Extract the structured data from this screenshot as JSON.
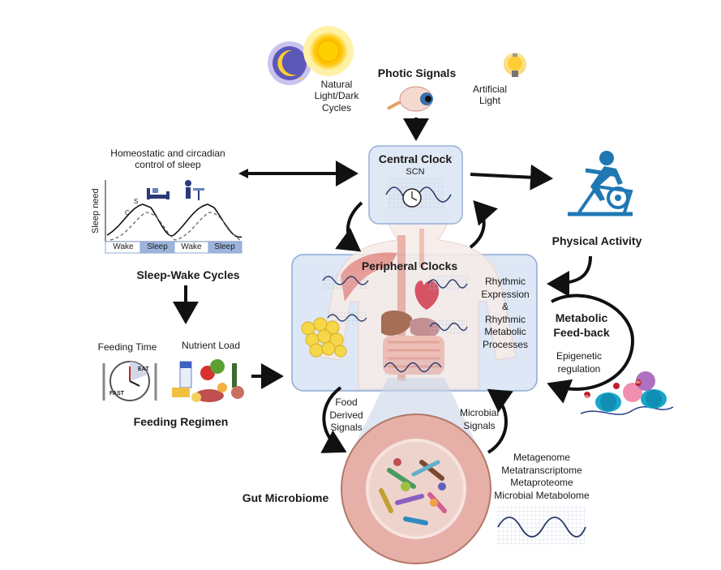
{
  "labels": {
    "natural_light": [
      "Natural",
      "Light/Dark",
      "Cycles"
    ],
    "photic_signals": "Photic Signals",
    "artificial_light": [
      "Artificial",
      "Light"
    ],
    "homeostatic": [
      "Homeostatic and circadian",
      "control of sleep"
    ],
    "central_clock": "Central Clock",
    "scn": "SCN",
    "physical_activity": "Physical Activity",
    "sleep_need": "Sleep need",
    "s_curve": "S",
    "c_curve": "C",
    "wake": "Wake",
    "sleep": "Sleep",
    "sleep_wake_cycles": "Sleep-Wake Cycles",
    "peripheral_clocks": "Peripheral Clocks",
    "rhythmic": [
      "Rhythmic",
      "Expression",
      "&",
      "Rhythmic",
      "Metabolic",
      "Processes"
    ],
    "metabolic_feedback": [
      "Metabolic",
      "Feed-back"
    ],
    "epigenetic": [
      "Epigenetic",
      "regulation"
    ],
    "feeding_time": "Feeding Time",
    "nutrient_load": "Nutrient Load",
    "eat": "EAT",
    "fast": "FAST",
    "feeding_regimen": "Feeding Regimen",
    "food_derived": [
      "Food",
      "Derived",
      "Signals"
    ],
    "microbial_signals": [
      "Microbial",
      "Signals"
    ],
    "omics": [
      "Metagenome",
      "Metatranscriptome",
      "Metaproteome",
      "Microbial Metabolome"
    ],
    "gut_microbiome": "Gut Microbiome",
    "methyl": "Me"
  },
  "colors": {
    "box_fill": "#dde7f5",
    "box_border": "#8da9d4",
    "body_fill": "#efc1b8",
    "arrow": "#111111",
    "bike": "#1f78b4",
    "gut_ring": "#e6b0a8",
    "wave": "#2a3a6a"
  }
}
